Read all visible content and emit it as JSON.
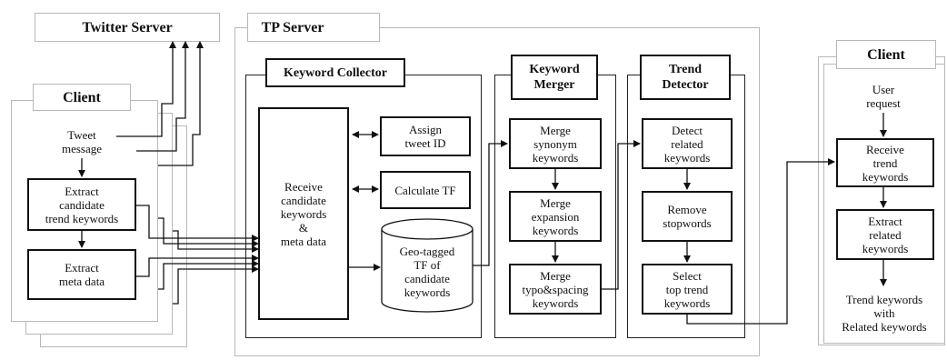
{
  "twitter_server": {
    "title": "Twitter Server"
  },
  "tp_server": {
    "title": "TP Server",
    "keyword_collector": {
      "title": "Keyword Collector",
      "receive": "Receive\ncandidate\nkeywords\n&\nmeta data",
      "assign": "Assign\ntweet ID",
      "calculate": "Calculate TF",
      "db": "Geo-tagged\nTF of\ncandidate\nkeywords"
    },
    "keyword_merger": {
      "title": "Keyword\nMerger",
      "steps": [
        "Merge\nsynonym\nkeywords",
        "Merge\nexpansion\nkeywords",
        "Merge\ntypo&spacing\nkeywords"
      ]
    },
    "trend_detector": {
      "title": "Trend\nDetector",
      "steps": [
        "Detect\nrelated\nkeywords",
        "Remove\nstopwords",
        "Select\ntop trend\nkeywords"
      ]
    }
  },
  "client_left": {
    "title": "Client",
    "tweet": "Tweet\nmessage",
    "extract_candidate": "Extract\ncandidate\ntrend keywords",
    "extract_meta": "Extract\nmeta data"
  },
  "client_right": {
    "title": "Client",
    "user_request": "User\nrequest",
    "receive_trend": "Receive\ntrend\nkeywords",
    "extract_related": "Extract\nrelated\nkeywords",
    "output": "Trend keywords\nwith\nRelated keywords"
  }
}
